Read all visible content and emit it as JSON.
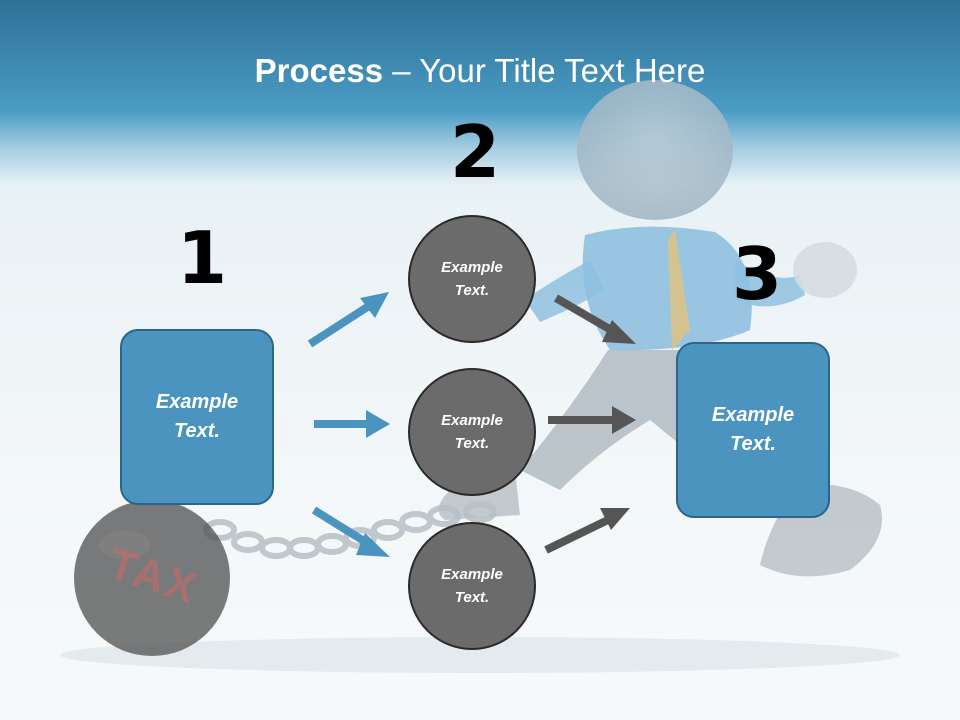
{
  "title": {
    "bold": "Process",
    "rest": " – Your Title Text Here"
  },
  "steps": [
    {
      "number": "1",
      "text": "Example Text."
    },
    {
      "number": "2",
      "text": "Example Text."
    },
    {
      "number": "3",
      "text": "Example Text."
    }
  ],
  "circles": [
    {
      "text": "Example Text."
    },
    {
      "text": "Example Text."
    },
    {
      "text": "Example Text."
    }
  ],
  "ball_label": "TAX",
  "colors": {
    "header": "#3c88b3",
    "box_fill": "#4a94bf",
    "box_border": "#2c6585",
    "circle_fill": "#6b6b6b",
    "blue_arrow": "#4a94bf",
    "gray_arrow": "#555555"
  }
}
